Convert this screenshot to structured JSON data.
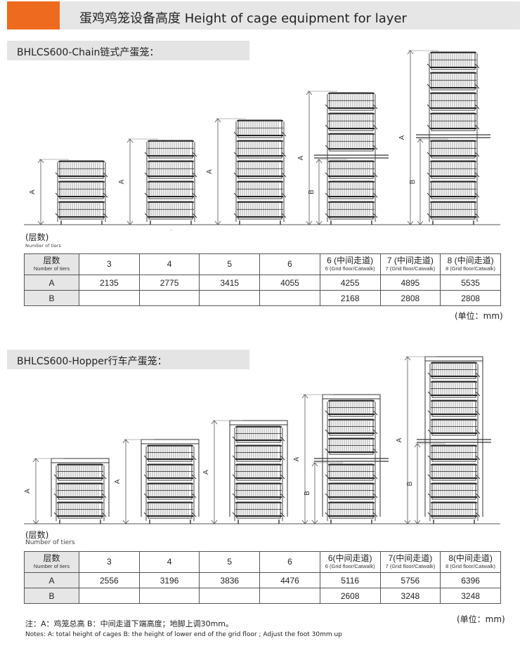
{
  "header": {
    "title": "蛋鸡鸡笼设备高度   Height of cage equipment for layer",
    "accent_color": "#ee6a1f"
  },
  "sections": [
    {
      "title": "BHLCS600-Chain链式产蛋笼：",
      "tier_label_cn": "(层数)",
      "tier_label_en": "Number of tiers",
      "drawing_tiers": [
        "3",
        "4",
        "5",
        "6",
        "8"
      ],
      "dim_a": "A",
      "dim_b": "B",
      "table": {
        "header": [
          {
            "main": "层数",
            "sub": "Number of tiers"
          },
          {
            "main": "3",
            "sub": ""
          },
          {
            "main": "4",
            "sub": ""
          },
          {
            "main": "5",
            "sub": ""
          },
          {
            "main": "6",
            "sub": ""
          },
          {
            "main": "6 (中间走道)",
            "sub": "6 (Grid floor/Catwalk)"
          },
          {
            "main": "7 (中间走道)",
            "sub": "7 (Grid floor/Catwalk)"
          },
          {
            "main": "8 (中间走道)",
            "sub": "8 (Grid floor/Catwalk)"
          }
        ],
        "rows": [
          {
            "label": "A",
            "values": [
              "2135",
              "2775",
              "3415",
              "4055",
              "4255",
              "4895",
              "5535"
            ]
          },
          {
            "label": "B",
            "values": [
              "",
              "",
              "",
              "",
              "2168",
              "2808",
              "2808"
            ]
          }
        ]
      },
      "unit": "(单位：mm)"
    },
    {
      "title": "BHLCS600-Hopper行车产蛋笼：",
      "tier_label_cn": "(层数)",
      "tier_label_en": "Number of tiers",
      "drawing_tiers": [
        "3",
        "4",
        "5",
        "6",
        "8"
      ],
      "dim_a": "A",
      "dim_b": "B",
      "table": {
        "header": [
          {
            "main": "层数",
            "sub": "Number of tiers"
          },
          {
            "main": "3",
            "sub": ""
          },
          {
            "main": "4",
            "sub": ""
          },
          {
            "main": "5",
            "sub": ""
          },
          {
            "main": "6",
            "sub": ""
          },
          {
            "main": "6(中间走道)",
            "sub": "6 (Grid floor/Catwalk)"
          },
          {
            "main": "7(中间走道)",
            "sub": "7 (Grid floor/Catwalk)"
          },
          {
            "main": "8(中间走道)",
            "sub": "8 (Grid floor/Catwalk)"
          }
        ],
        "rows": [
          {
            "label": "A",
            "values": [
              "2556",
              "3196",
              "3836",
              "4476",
              "5116",
              "5756",
              "6396"
            ]
          },
          {
            "label": "B",
            "values": [
              "",
              "",
              "",
              "",
              "2608",
              "3248",
              "3248"
            ]
          }
        ]
      },
      "unit": "(单位：mm)"
    }
  ],
  "notes": {
    "cn": "注：A：鸡笼总高 B：中间走道下端高度；地脚上调30mm。",
    "en": "Notes: A: total height of cages   B: the height of lower end of the grid floor ; Adjust the foot 30mm up"
  }
}
